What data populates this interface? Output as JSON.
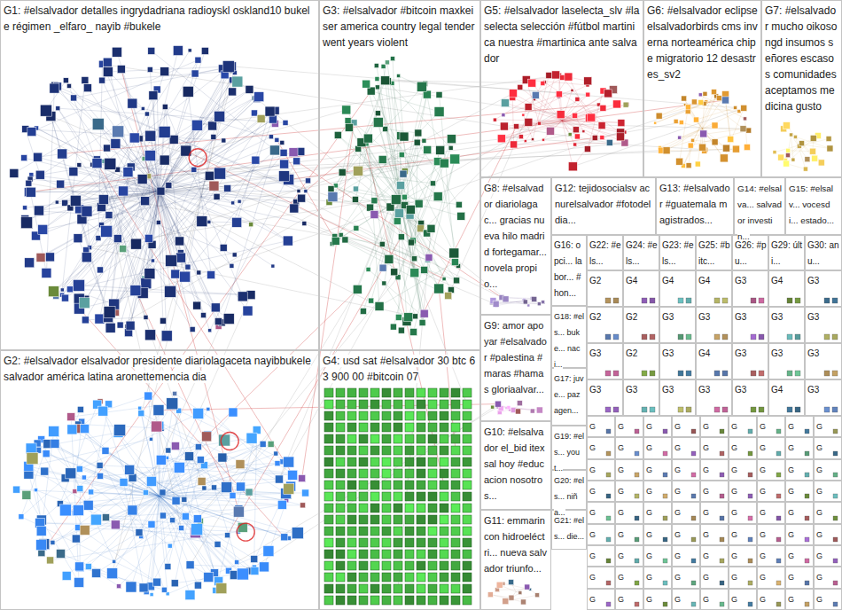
{
  "diagram": {
    "nodes": [
      {
        "text": [
          "G1: #elsalvador detalles ingrydadriana radioyskl oskland10 bukele régimen _elfaro_ nayib #bukele"
        ]
      },
      {
        "text": [
          "G3: #elsalvador #bitcoin maxkeiser america country legal tender went years violent"
        ]
      },
      {
        "text": [
          "G5: #elsalvador laselecta_slv #laselecta selección #fútbol martinica nuestra #martinica ante salvador"
        ]
      },
      {
        "text": [
          "G6: #elsalvador eclipse elsalvadorbirds cms inverna norteamérica chipe migratorio 12 desastres_sv2"
        ]
      },
      {
        "text": [
          "G7: #elsalvador mucho oikosongd insumos señores escasos comunidades aceptamos medicina gusto"
        ]
      },
      {
        "text": [
          "G2: #elsalvador elsalvador presidente diariolagaceta nayibbukele salvador américa latina aronettemencia dia"
        ]
      },
      {
        "text": [
          "G4: usd sat #elsalvador 30 btc 63 900 00 #bitcoin 07"
        ]
      },
      {
        "text": [
          "G8: #elsalvador diariolagac... gracias nueva hilo madrid fortegamar... novela propio..."
        ]
      },
      {
        "text": [
          "G9: amor apoyar #elsalvador #palestina #maras #hamas gloriaalvar..."
        ]
      },
      {
        "text": [
          "G10: #elsalvador el_bid itexsal hoy #educacion nosotros..."
        ]
      },
      {
        "text": [
          "G11: emmarincon hidroeléctri... nueva salvador triunfo..."
        ]
      },
      {
        "text": [
          "G12: tejidosocialsv acnurelsalvador #fotodeldia..."
        ]
      },
      {
        "text": [
          "G13: #elsalvador #guatemala magistrados..."
        ]
      },
      {
        "text": [
          "G14: #elsalva... salvador investin..."
        ]
      },
      {
        "text": [
          "G15: #elsalv... vocesdi... estado..."
        ]
      },
      {
        "text": [
          "G16: opci... labor... #hon..."
        ]
      },
      {
        "text": [
          "G18: #els... buke... naci..."
        ]
      },
      {
        "text": [
          "G17: juve... paz agen..."
        ]
      },
      {
        "text": [
          "G19: #els... yout..."
        ]
      },
      {
        "text": [
          "G20: #els... niña..."
        ]
      },
      {
        "text": [
          "G21: #els... die..."
        ]
      },
      {
        "text": [
          "G22: #els..."
        ]
      },
      {
        "text": [
          "G24: #els..."
        ]
      },
      {
        "text": [
          "G23: #els..."
        ]
      },
      {
        "text": [
          "G25: #bitc..."
        ]
      },
      {
        "text": [
          "G26: #pu..."
        ]
      },
      {
        "text": [
          "G29: últi..."
        ]
      },
      {
        "text": [
          "G30: anu..."
        ]
      },
      {
        "text": [
          "G2"
        ]
      },
      {
        "text": [
          "G4"
        ]
      },
      {
        "text": [
          "G4"
        ]
      },
      {
        "text": [
          "G4"
        ]
      },
      {
        "text": [
          "G3"
        ]
      },
      {
        "text": [
          "G4"
        ]
      },
      {
        "text": [
          "G3"
        ]
      },
      {
        "text": [
          "G2"
        ]
      },
      {
        "text": [
          "G2"
        ]
      },
      {
        "text": [
          "G3"
        ]
      },
      {
        "text": [
          "G3"
        ]
      },
      {
        "text": [
          "G3"
        ]
      },
      {
        "text": [
          "G3"
        ]
      },
      {
        "text": [
          "G3"
        ]
      },
      {
        "text": [
          "G3"
        ]
      },
      {
        "text": [
          "G2"
        ]
      },
      {
        "text": [
          "G3"
        ]
      },
      {
        "text": [
          "G4"
        ]
      },
      {
        "text": [
          "G3"
        ]
      },
      {
        "text": [
          "G3"
        ]
      },
      {
        "text": [
          "G3"
        ]
      },
      {
        "text": [
          "G3"
        ]
      },
      {
        "text": [
          "G3"
        ]
      },
      {
        "text": [
          "G3"
        ]
      },
      {
        "text": [
          "G3"
        ]
      },
      {
        "text": [
          "G3"
        ]
      },
      {
        "text": [
          "G4"
        ]
      },
      {
        "text": [
          "G3"
        ]
      },
      {
        "text": [
          "G"
        ]
      },
      {
        "text": [
          "G"
        ]
      },
      {
        "text": [
          "G"
        ]
      },
      {
        "text": [
          "G"
        ]
      },
      {
        "text": [
          "G"
        ]
      },
      {
        "text": [
          "G"
        ]
      },
      {
        "text": [
          "G"
        ]
      },
      {
        "text": [
          "G"
        ]
      },
      {
        "text": [
          "G"
        ]
      },
      {
        "text": [
          "G"
        ]
      },
      {
        "text": [
          "G"
        ]
      },
      {
        "text": [
          "G"
        ]
      },
      {
        "text": [
          "G"
        ]
      },
      {
        "text": [
          "G"
        ]
      },
      {
        "text": [
          "G"
        ]
      },
      {
        "text": [
          "G"
        ]
      },
      {
        "text": [
          "G"
        ]
      },
      {
        "text": [
          "G"
        ]
      },
      {
        "text": [
          "G"
        ]
      },
      {
        "text": [
          "G"
        ]
      },
      {
        "text": [
          "G"
        ]
      },
      {
        "text": [
          "G"
        ]
      },
      {
        "text": [
          "G"
        ]
      },
      {
        "text": [
          "G"
        ]
      },
      {
        "text": [
          "G"
        ]
      },
      {
        "text": [
          "G"
        ]
      },
      {
        "text": [
          "G"
        ]
      },
      {
        "text": [
          "G"
        ]
      },
      {
        "text": [
          "G"
        ]
      },
      {
        "text": [
          "G"
        ]
      },
      {
        "text": [
          "G"
        ]
      },
      {
        "text": [
          "G"
        ]
      },
      {
        "text": [
          "G"
        ]
      },
      {
        "text": [
          "G"
        ]
      },
      {
        "text": [
          "G"
        ]
      },
      {
        "text": [
          "G"
        ]
      },
      {
        "text": [
          "G"
        ]
      },
      {
        "text": [
          "G"
        ]
      },
      {
        "text": [
          "G"
        ]
      },
      {
        "text": [
          "G"
        ]
      },
      {
        "text": [
          "G"
        ]
      },
      {
        "text": [
          "G"
        ]
      },
      {
        "text": [
          "G"
        ]
      },
      {
        "text": [
          "G"
        ]
      },
      {
        "text": [
          "G"
        ]
      },
      {
        "text": [
          "G"
        ]
      },
      {
        "text": [
          "G"
        ]
      },
      {
        "text": [
          "G"
        ]
      },
      {
        "text": [
          "G"
        ]
      },
      {
        "text": [
          "G"
        ]
      },
      {
        "text": [
          "G"
        ]
      },
      {
        "text": [
          "G"
        ]
      },
      {
        "text": [
          "G"
        ]
      },
      {
        "text": [
          "G"
        ]
      },
      {
        "text": [
          "G"
        ]
      },
      {
        "text": [
          "G"
        ]
      },
      {
        "text": [
          "G"
        ]
      },
      {
        "text": [
          "G"
        ]
      },
      {
        "text": [
          "G"
        ]
      },
      {
        "text": [
          "G"
        ]
      },
      {
        "text": [
          "G"
        ]
      },
      {
        "text": [
          "G"
        ]
      },
      {
        "text": [
          "G"
        ]
      },
      {
        "text": [
          "G"
        ]
      },
      {
        "text": [
          "G"
        ]
      },
      {
        "text": [
          "G"
        ]
      },
      {
        "text": [
          "G"
        ]
      },
      {
        "text": [
          "G"
        ]
      },
      {
        "text": [
          "G"
        ]
      },
      {
        "text": [
          "G"
        ]
      },
      {
        "text": [
          "G"
        ]
      },
      {
        "text": [
          "G"
        ]
      },
      {
        "text": [
          "G"
        ]
      },
      {
        "text": [
          "G"
        ]
      },
      {
        "text": [
          "G"
        ]
      },
      {
        "text": [
          "G"
        ]
      },
      {
        "text": [
          "G"
        ]
      },
      {
        "text": [
          "G"
        ]
      },
      {
        "text": [
          "G"
        ]
      },
      {
        "text": [
          "G"
        ]
      },
      {
        "text": [
          "G"
        ]
      }
    ]
  }
}
